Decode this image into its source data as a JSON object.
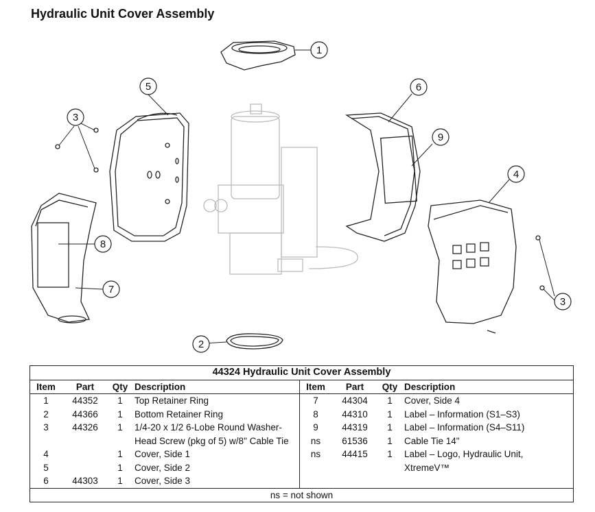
{
  "title": "Hydraulic Unit Cover Assembly",
  "callouts": [
    "1",
    "2",
    "3",
    "3",
    "4",
    "5",
    "6",
    "7",
    "8",
    "9"
  ],
  "table": {
    "caption": "44324  Hydraulic Unit Cover Assembly",
    "headers": [
      "Item",
      "Part",
      "Qty",
      "Description"
    ],
    "left_rows": [
      {
        "item": "1",
        "part": "44352",
        "qty": "1",
        "desc": "Top Retainer Ring"
      },
      {
        "item": "2",
        "part": "44366",
        "qty": "1",
        "desc": "Bottom Retainer Ring"
      },
      {
        "item": "3",
        "part": "44326",
        "qty": "1",
        "desc": "1/4-20 x 1/2 6-Lobe Round Washer-",
        "desc2": "Head Screw (pkg of 5) w/8\" Cable Tie"
      },
      {
        "item": "4",
        "part": "",
        "qty": "1",
        "desc": "Cover, Side 1"
      },
      {
        "item": "5",
        "part": "",
        "qty": "1",
        "desc": "Cover, Side 2"
      },
      {
        "item": "6",
        "part": "44303",
        "qty": "1",
        "desc": "Cover, Side 3"
      }
    ],
    "right_rows": [
      {
        "item": "7",
        "part": "44304",
        "qty": "1",
        "desc": "Cover, Side 4"
      },
      {
        "item": "8",
        "part": "44310",
        "qty": "1",
        "desc": "Label – Information (S1–S3)"
      },
      {
        "item": "9",
        "part": "44319",
        "qty": "1",
        "desc": "Label – Information (S4–S11)"
      },
      {
        "item": "ns",
        "part": "61536",
        "qty": "1",
        "desc": "Cable Tie 14\""
      },
      {
        "item": "ns",
        "part": "44415",
        "qty": "1",
        "desc": "Label – Logo, Hydraulic Unit,",
        "desc2": "XtremeV™"
      }
    ],
    "footnote": "ns = not shown"
  }
}
